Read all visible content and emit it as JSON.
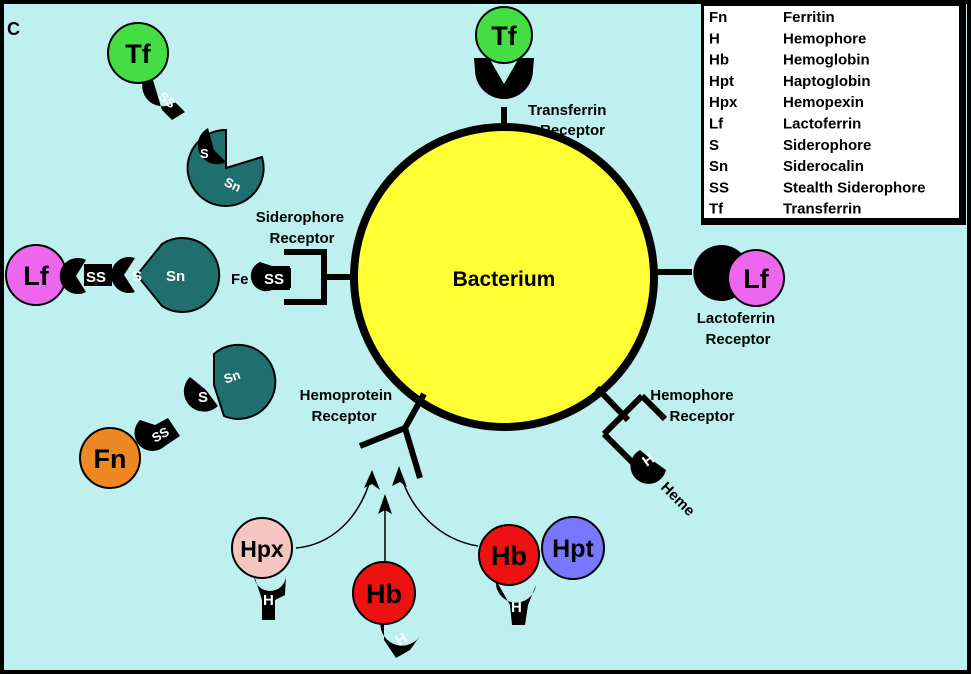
{
  "panel_label": "C",
  "center": {
    "label": "Bacterium",
    "fill": "#ffff33"
  },
  "background": "#bff0f0",
  "receptors": {
    "transferrin": "Transferrin\nReceptor",
    "siderophore": "Siderophore\nReceptor",
    "lactoferrin": "Lactoferrin\nReceptor",
    "hemoprotein": "Hemoprotein\nReceptor",
    "hemophore": "Hemophore\nReceptor"
  },
  "molecules": {
    "tf": "Tf",
    "lf": "Lf",
    "fn": "Fn",
    "hb": "Hb",
    "hpx": "Hpx",
    "hpt": "Hpt",
    "ss": "SS",
    "s": "S",
    "sn": "Sn",
    "h": "H",
    "fe": "Fe",
    "heme": "Heme"
  },
  "colors": {
    "tf": "#44dd44",
    "lf": "#ee66ee",
    "fn": "#ee8822",
    "hb": "#ee1111",
    "hpx": "#f5c6c0",
    "hpt": "#7777ff",
    "sn": "#1f6f6f",
    "black": "#000000"
  },
  "legend": [
    {
      "abbr": "Fn",
      "name": "Ferritin"
    },
    {
      "abbr": "H",
      "name": "Hemophore"
    },
    {
      "abbr": "Hb",
      "name": "Hemoglobin"
    },
    {
      "abbr": "Hpt",
      "name": "Haptoglobin"
    },
    {
      "abbr": "Hpx",
      "name": "Hemopexin"
    },
    {
      "abbr": "Lf",
      "name": "Lactoferrin"
    },
    {
      "abbr": "S",
      "name": "Siderophore"
    },
    {
      "abbr": "Sn",
      "name": "Siderocalin"
    },
    {
      "abbr": "SS",
      "name": "Stealth Siderophore"
    },
    {
      "abbr": "Tf",
      "name": "Transferrin"
    }
  ]
}
